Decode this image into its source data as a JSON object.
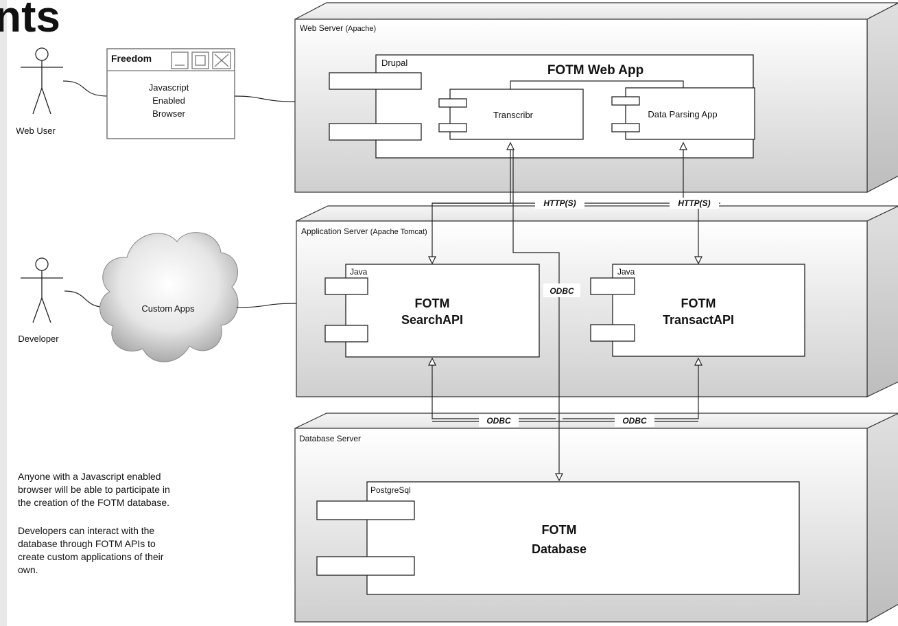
{
  "heading": "nts",
  "nodes": {
    "web_server": {
      "label": "Web Server",
      "stereotype": "(Apache)"
    },
    "app_server": {
      "label": "Application Server",
      "stereotype": "(Apache Tomcat)"
    },
    "db_server": {
      "label": "Database Server"
    }
  },
  "components": {
    "web_app": {
      "tag": "Drupal",
      "title": "FOTM Web App"
    },
    "transcribr": {
      "label": "Transcribr"
    },
    "data_parsing": {
      "label": "Data Parsing App"
    },
    "search_api": {
      "tag": "Java",
      "title_line1": "FOTM",
      "title_line2": "SearchAPI"
    },
    "transact_api": {
      "tag": "Java",
      "title_line1": "FOTM",
      "title_line2": "TransactAPI"
    },
    "database": {
      "tag": "PostgreSql",
      "title_line1": "FOTM",
      "title_line2": "Database"
    }
  },
  "actors": {
    "web_user": "Web User",
    "developer": "Developer"
  },
  "browser": {
    "title": "Freedom",
    "line1": "Javascript",
    "line2": "Enabled",
    "line3": "Browser"
  },
  "cloud": {
    "label": "Custom Apps"
  },
  "edges": {
    "http_1": "HTTP(S)",
    "http_2": "HTTP(S)",
    "odbc_mid": "ODBC",
    "odbc_left": "ODBC",
    "odbc_right": "ODBC"
  },
  "notes": {
    "p1_line1": "Anyone with a Javascript enabled",
    "p1_line2": "browser will be able to participate in",
    "p1_line3": "the creation of the FOTM database.",
    "p2_line1": "Developers can interact with the",
    "p2_line2": "database through FOTM APIs to",
    "p2_line3": "create custom applications of their",
    "p2_line4": "own."
  }
}
